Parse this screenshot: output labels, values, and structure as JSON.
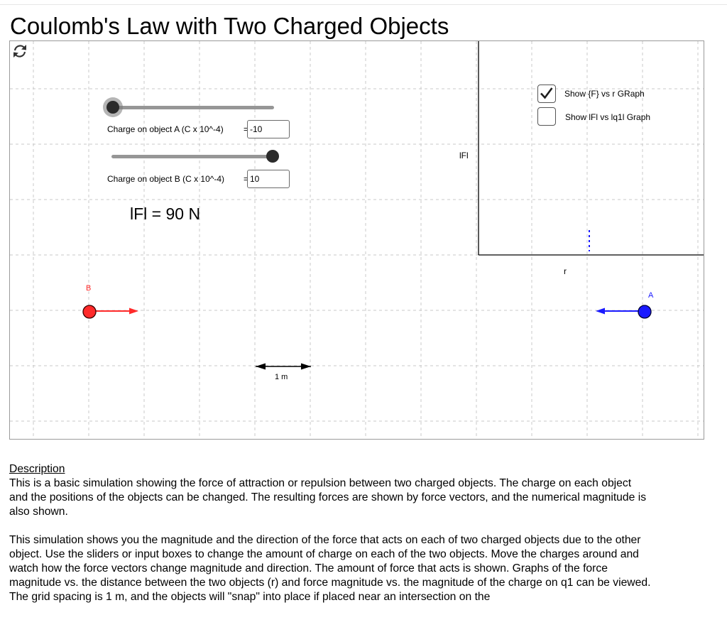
{
  "page": {
    "title": "Coulomb's Law with Two Charged Objects"
  },
  "applet": {
    "reset_icon": "reset-arrows-icon",
    "slider_a": {
      "value": -10,
      "min": -10,
      "max": 10
    },
    "slider_b": {
      "value": 10,
      "min": -10,
      "max": 10
    },
    "charge_a_label": "Charge on object A (C x 10^-4)",
    "charge_a_eq": "=",
    "charge_a_value": "-10",
    "charge_b_label": "Charge on object B (C x 10^-4)",
    "charge_b_eq": "=",
    "charge_b_value": "10",
    "force_readout": "lFl = 90 N",
    "checkbox_f_vs_r": {
      "label": "Show {F} vs r GRaph",
      "checked": true
    },
    "checkbox_f_vs_q1": {
      "label": "Show lFl vs lq1l Graph",
      "checked": false
    },
    "graph": {
      "y_axis_label": "lFl",
      "x_axis_label": "r"
    },
    "object_a": {
      "label": "A",
      "color": "#1a1aff"
    },
    "object_b": {
      "label": "B",
      "color": "#ff2a2a"
    },
    "scale_label": "1 m",
    "colors": {
      "grid": "#c8c8c8",
      "force_a": "#1a1aff",
      "force_b": "#ff2a2a"
    }
  },
  "description": {
    "heading": "Description",
    "paragraph1": "This is a basic simulation showing the force of attraction or repulsion between two charged objects. The charge on each object and the positions of the objects can be changed. The resulting forces are shown by force vectors, and the numerical magnitude is also shown.",
    "paragraph2": "This simulation shows you the magnitude and the direction of the force that acts on each of two charged objects due to the other object. Use the sliders or input boxes to change the amount of charge on each of the two objects. Move the charges around and watch how the force vectors change magnitude and direction. The amount of force that acts is shown. Graphs of the force magnitude vs. the distance between the two objects (r) and force magnitude vs. the magnitude of the charge on q1 can be viewed. The grid spacing is 1 m, and the objects will \"snap\" into place if placed near an intersection on the"
  }
}
